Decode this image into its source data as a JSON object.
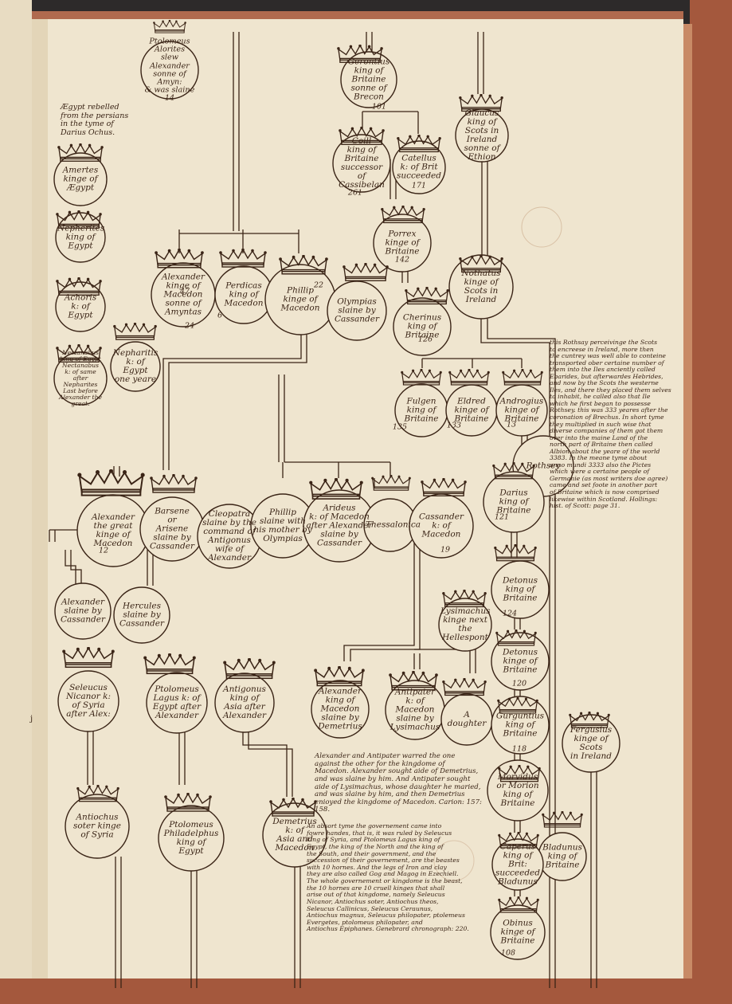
{
  "colors": {
    "background": "#2d2a2a",
    "page": "#efe5cf",
    "left_page": "#e8dcc2",
    "binding": "#a4583d",
    "ink": "#3a2416",
    "stain": "#c9a889"
  },
  "icons": [
    "crown-icon"
  ],
  "notes": {
    "egypt": "Ægypt rebelled\nfrom the persians\nin the tyme of\nDarius Ochus.",
    "rothsay": "this Rothsay perceivinge the Scots\nto encreese in Ireland, more then\nthe cuntrey was well able to conteine\ntransported ober certaine number of\nthem into the Iles anciently called\nEbarides, but afterwardes Hebrides,\nand now by the Scots the westerne\nIles, and there they placed them selves\nto inhabit, he called also that Ile\nwhich he first began to possesse\nRothsey. this was 333 yeares after the\ncoronation of Brechus. In short tyme\nthey multiplied in such wise that\ndiverse companies of them got them\nover into the maine Land of the\nnorth part of Britaine then called\nAlbion about the yeare of the world\n3383. In the meane tyme about\nanno mundi 3333 also the Pictes\nwhich were a certaine people of\nGermanie (as most writers doe agree)\ncame and set foote in another part\nof Britaine which is now comprised\nlikewise within Scotland. Hollings:\nhist. of Scott: page 31.",
    "wars": "Alexander and Antipater warred the one\nagainst the other for the kingdome of\nMacedon. Alexander sought aide of Demetrius,\nand was slaine by him. And Antipater sought\naide of Lysimachus, whose daughter he maried,\nand was slaine by him, and then Demetrius\nenioyed the kingdome of Macedon. Carion: 157: 158.",
    "daniel": "An absort tyme the governement came into\nfowre handes, that is, it was ruled by Seleucus\nking of Syria, and Ptolomeus Lagus king of\nEgypt, the king of the North and the king of\nthe South, and their government, and the\nsuccession of their governement, are the beastes\nwith 10 hornes. And the legs of Iron and clay\nthey are also called Gog and Magog in Ezechiell.\nThe whole governement or kingdome is the beast,\nthe 10 hornes are 10 cruell kinges that shall\narise out of that kingdome, namely Seleucus\nNicanor, Antiochus soter, Antiochus theos,\nSeleucus Callinicus, Seleucus Ceraunus,\nAntiochus magnus, Seleucus philopater, ptolemeus\nEvergetes, ptolomeus philopater, and\nAntiochus Epiphanes. Genebrard chronograph: 220."
  },
  "persons": [
    {
      "text": "Ptolomeus\nAlorites\nslew Alexander\nsonne of Amyn:\n& was slaine\n14"
    },
    {
      "text": "Amertes\nkinge of\nÆgypt"
    },
    {
      "text": "Nepherites\nking of\nEgypt"
    },
    {
      "text": "Achoris\nk: of Egypt"
    },
    {
      "text": "Nepharitis\nk: of Egypt\none yeare"
    },
    {
      "text": "Nectanabus\nking of Egypt\nNectanabus\nk: of same\nafter Nepharites\nLast before\nAlexander the great."
    },
    {
      "text": "Alexander\nkinge of\nMacedon\nsonne of\nAmyntas"
    },
    {
      "text": "Perdicas\nking of\nMacedon"
    },
    {
      "text": "Phillip\nkinge of\nMacedon"
    },
    {
      "text": "Olympias\nslaine by\nCassander"
    },
    {
      "text": "Gerontius\nking of\nBritaine\nsonne of\nBrecon"
    },
    {
      "text": "Coill\nking of\nBritaine\nsuccessor\nof Cassibelan"
    },
    {
      "text": "Catellus\nk: of Brit\nsucceeded"
    },
    {
      "text": "Porrex\nkinge of\nBritaine"
    },
    {
      "text": "Cherinus\nking of\nBritaine"
    },
    {
      "text": "Fulgen\nking of\nBritaine"
    },
    {
      "text": "Eldred\nkinge of\nBritaine"
    },
    {
      "text": "Androgius\nkinge of\nBritaine"
    },
    {
      "text": "Glaucus\nking of\nScots in\nIreland sonne of\nEthion"
    },
    {
      "text": "Nothatus\nkinge of\nScots in\nIreland"
    },
    {
      "text": "Rothsey"
    },
    {
      "text": "Alexander\nthe great\nkinge of\nMacedon"
    },
    {
      "text": "Barsene\nor\nArisene\nslaine by\nCassander"
    },
    {
      "text": "Cleopatra\nslaine by the\ncommand of\nAntigonus\nwife of\nAlexander"
    },
    {
      "text": "Phillip\nslaine with\nhis mother by\nOlympias"
    },
    {
      "text": "Arideus\nk: of Macedon\nafter Alexander\nslaine by\nCassander"
    },
    {
      "text": "Thessalonica"
    },
    {
      "text": "Cassander\nk: of\nMacedon"
    },
    {
      "text": "Alexander\nslaine by\nCassander"
    },
    {
      "text": "Hercules\nslaine by\nCassander"
    },
    {
      "text": "Seleucus\nNicanor k:\nof Syria\nafter Alex:"
    },
    {
      "text": "Ptolomeus\nLagus k: of\nEgypt after\nAlexander"
    },
    {
      "text": "Antigonus\nking of\nAsia after\nAlexander"
    },
    {
      "text": "Lysimachus\nkinge next\nthe\nHellespont"
    },
    {
      "text": "Alexander\nking of\nMacedon\nslaine by\nDemetrius"
    },
    {
      "text": "Antipater\nk: of Macedon\nslaine by\nLysimachus"
    },
    {
      "text": "A\ndoughter"
    },
    {
      "text": "Antiochus\nsoter kinge\nof Syria"
    },
    {
      "text": "Ptolomeus\nPhiladelphus\nking of\nEgypt"
    },
    {
      "text": "Demetrius\nk: of\nAsia and\nMacedon"
    },
    {
      "text": "Darius\nking of\nBritaine"
    },
    {
      "text": "Detonus\nking of\nBritaine"
    },
    {
      "text": "Detonus\nkinge of\nBritaine"
    },
    {
      "text": "Gurguntius\nking of\nBritaine"
    },
    {
      "text": "Fergusius\nkinge of Scots\nin Ireland"
    },
    {
      "text": "Morvidus\nor Morion\nking of\nBritaine"
    },
    {
      "text": "Bladunus\nking of\nBritaine"
    },
    {
      "text": "Caperus\nking of Brit:\nsucceeded\nBladunus"
    },
    {
      "text": "Obinus\nkinge of\nBritaine"
    }
  ],
  "numbers": [
    "101",
    "261",
    "171",
    "142",
    "126",
    "135",
    "133",
    "13",
    "47",
    "24",
    "6",
    "22",
    "19",
    "12",
    "121",
    "124",
    "120",
    "118",
    "108"
  ]
}
